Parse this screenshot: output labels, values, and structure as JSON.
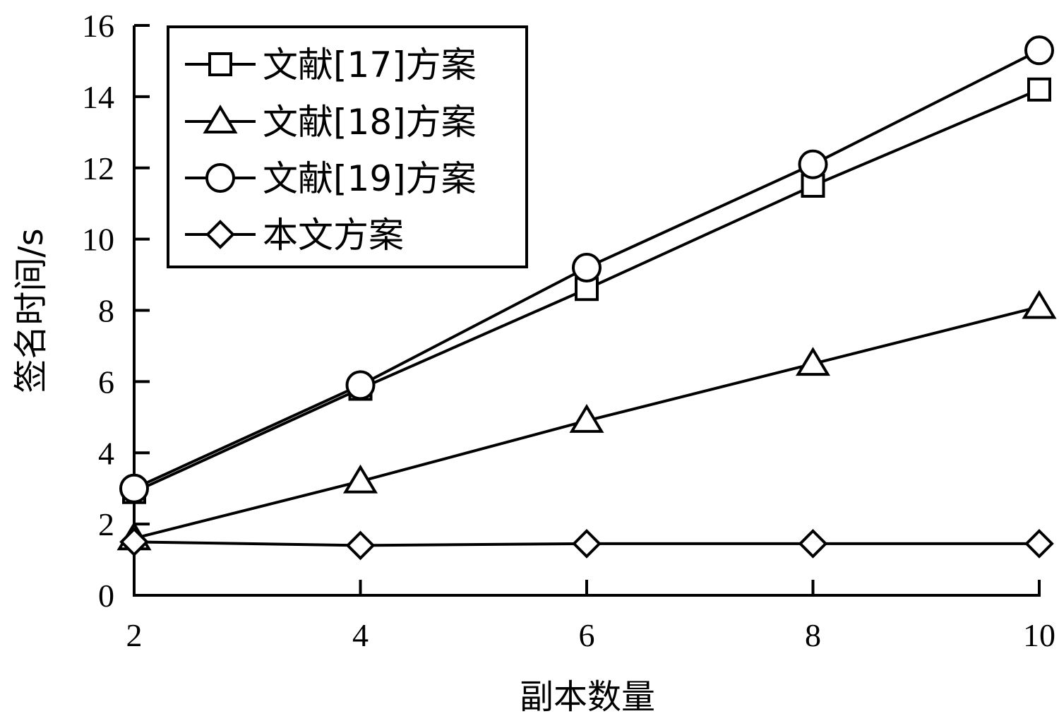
{
  "chart_data": {
    "type": "line",
    "xlabel": "副本数量",
    "ylabel": "签名时间/s",
    "x": [
      2,
      4,
      6,
      8,
      10
    ],
    "xlim": [
      2,
      10
    ],
    "ylim": [
      0,
      16
    ],
    "x_ticks": [
      "2",
      "4",
      "6",
      "8",
      "10"
    ],
    "y_ticks": [
      "0",
      "2",
      "4",
      "6",
      "8",
      "10",
      "12",
      "14",
      "16"
    ],
    "grid": false,
    "legend_position": "top-left",
    "series": [
      {
        "name": "文献[17]方案",
        "marker": "square",
        "values": [
          2.9,
          5.8,
          8.6,
          11.5,
          14.2
        ]
      },
      {
        "name": "文献[18]方案",
        "marker": "triangle",
        "values": [
          1.6,
          3.2,
          4.9,
          6.5,
          8.1
        ]
      },
      {
        "name": "文献[19]方案",
        "marker": "circle",
        "values": [
          3.0,
          5.9,
          9.2,
          12.1,
          15.3
        ]
      },
      {
        "name": "本文方案",
        "marker": "diamond",
        "values": [
          1.5,
          1.4,
          1.45,
          1.45,
          1.45
        ]
      }
    ],
    "line_color": "#000000"
  }
}
